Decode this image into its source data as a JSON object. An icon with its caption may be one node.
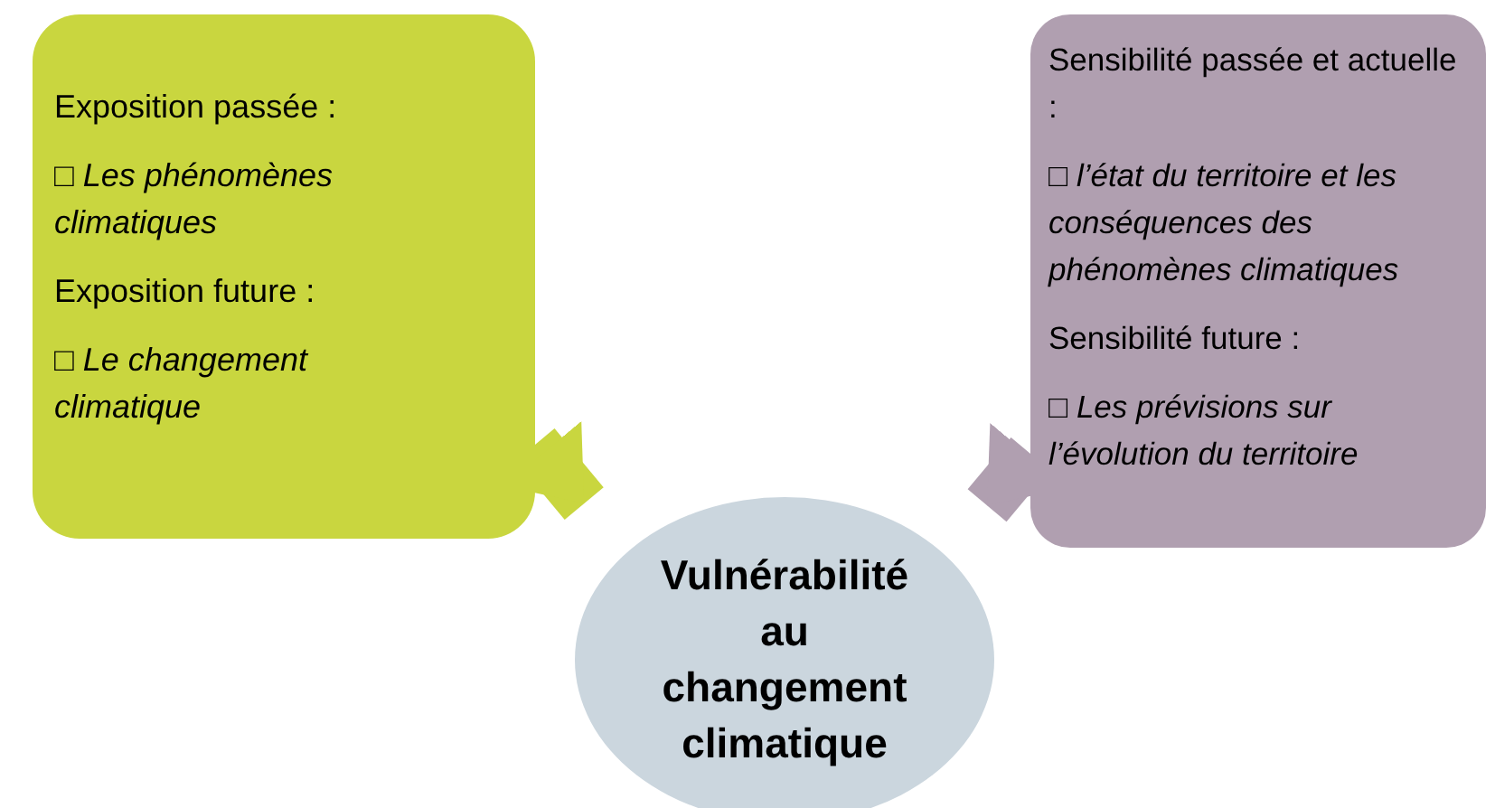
{
  "diagram": {
    "nodes": [
      {
        "text": [
          "Exposition passée :",
          "□ *Les phénomènes climatiques*",
          "Exposition future :",
          "□ *Le changement climatique*"
        ]
      },
      {
        "text": [
          "Sensibilité passée et actuelle :",
          "□ *l’état du territoire et les conséquences des phénomènes climatiques*",
          "Sensibilité future :",
          "□ *Les prévisions sur l’évolution du territoire*"
        ]
      },
      {
        "text": [
          "Vulnérabilité au changement climatique"
        ]
      }
    ],
    "edges": [
      {
        "from": 0,
        "to": 2,
        "arrow": "to",
        "color": "#c9d63f"
      },
      {
        "from": 1,
        "to": 2,
        "arrow": "to",
        "color": "#b09fb0"
      }
    ]
  }
}
